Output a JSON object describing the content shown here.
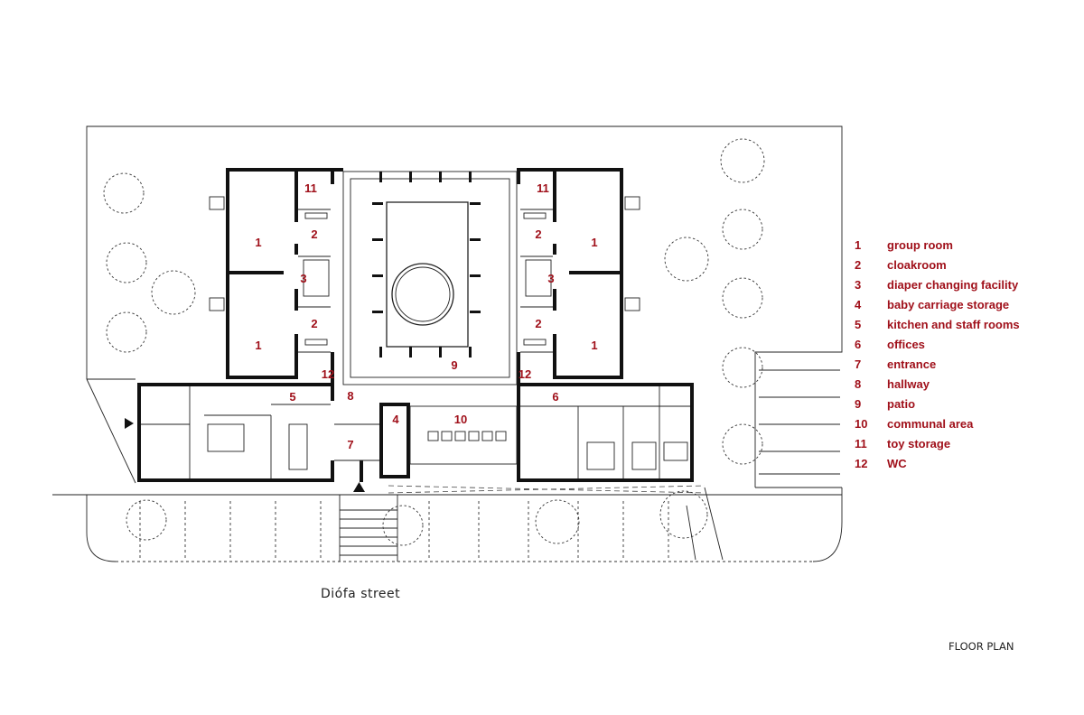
{
  "legend": [
    {
      "num": "1",
      "label": "group room"
    },
    {
      "num": "2",
      "label": "cloakroom"
    },
    {
      "num": "3",
      "label": "diaper changing facility"
    },
    {
      "num": "4",
      "label": "baby carriage storage"
    },
    {
      "num": "5",
      "label": "kitchen and staff rooms"
    },
    {
      "num": "6",
      "label": "offices"
    },
    {
      "num": "7",
      "label": "entrance"
    },
    {
      "num": "8",
      "label": "hallway"
    },
    {
      "num": "9",
      "label": "patio"
    },
    {
      "num": "10",
      "label": "communal area"
    },
    {
      "num": "11",
      "label": "toy storage"
    },
    {
      "num": "12",
      "label": "WC"
    }
  ],
  "rooms": {
    "group_room": "1",
    "cloakroom": "2",
    "diaper": "3",
    "carriage": "4",
    "kitchen": "5",
    "offices": "6",
    "entrance": "7",
    "hallway": "8",
    "patio": "9",
    "communal": "10",
    "toy": "11",
    "wc": "12"
  },
  "street_label": "Diófa street",
  "plan_title": "FLOOR PLAN",
  "colors": {
    "label": "#a0101a",
    "line": "#222222"
  }
}
